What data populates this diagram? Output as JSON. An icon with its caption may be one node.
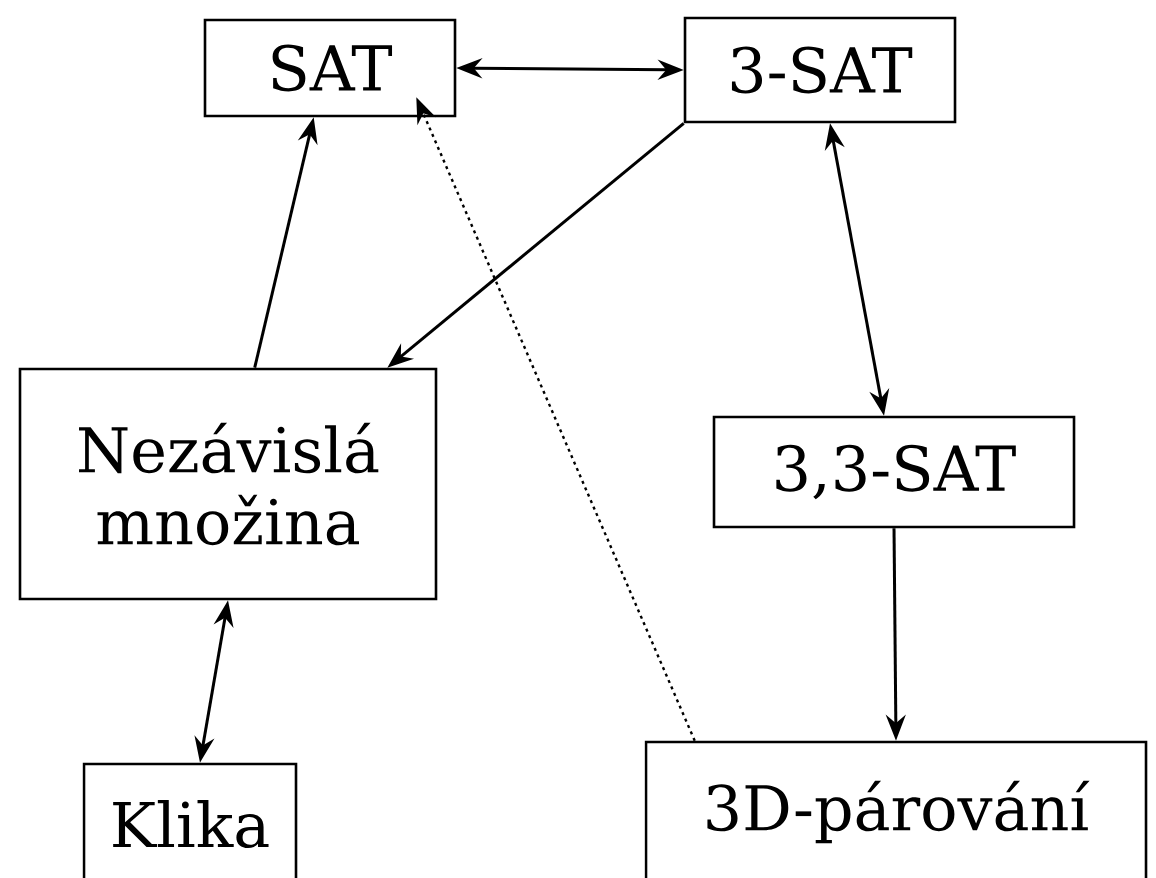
{
  "diagram": {
    "nodes": [
      {
        "text": [
          "SAT"
        ]
      },
      {
        "text": [
          "3-SAT"
        ]
      },
      {
        "text": [
          "Nezávislá množina"
        ]
      },
      {
        "text": [
          "3,3-SAT"
        ]
      },
      {
        "text": [
          "Klika"
        ]
      },
      {
        "text": [
          "3D-párování"
        ]
      }
    ],
    "edges": [
      {
        "from": 0,
        "to": 1,
        "arrow": "both"
      },
      {
        "from": 1,
        "to": 2,
        "arrow": "to"
      },
      {
        "from": 2,
        "to": 0,
        "arrow": "to"
      },
      {
        "from": 1,
        "to": 3,
        "arrow": "both"
      },
      {
        "from": 3,
        "to": 5,
        "arrow": "to"
      },
      {
        "from": 2,
        "to": 4,
        "arrow": "both"
      },
      {
        "from": 5,
        "to": 0,
        "arrow": "to",
        "style": "dashed"
      }
    ]
  }
}
